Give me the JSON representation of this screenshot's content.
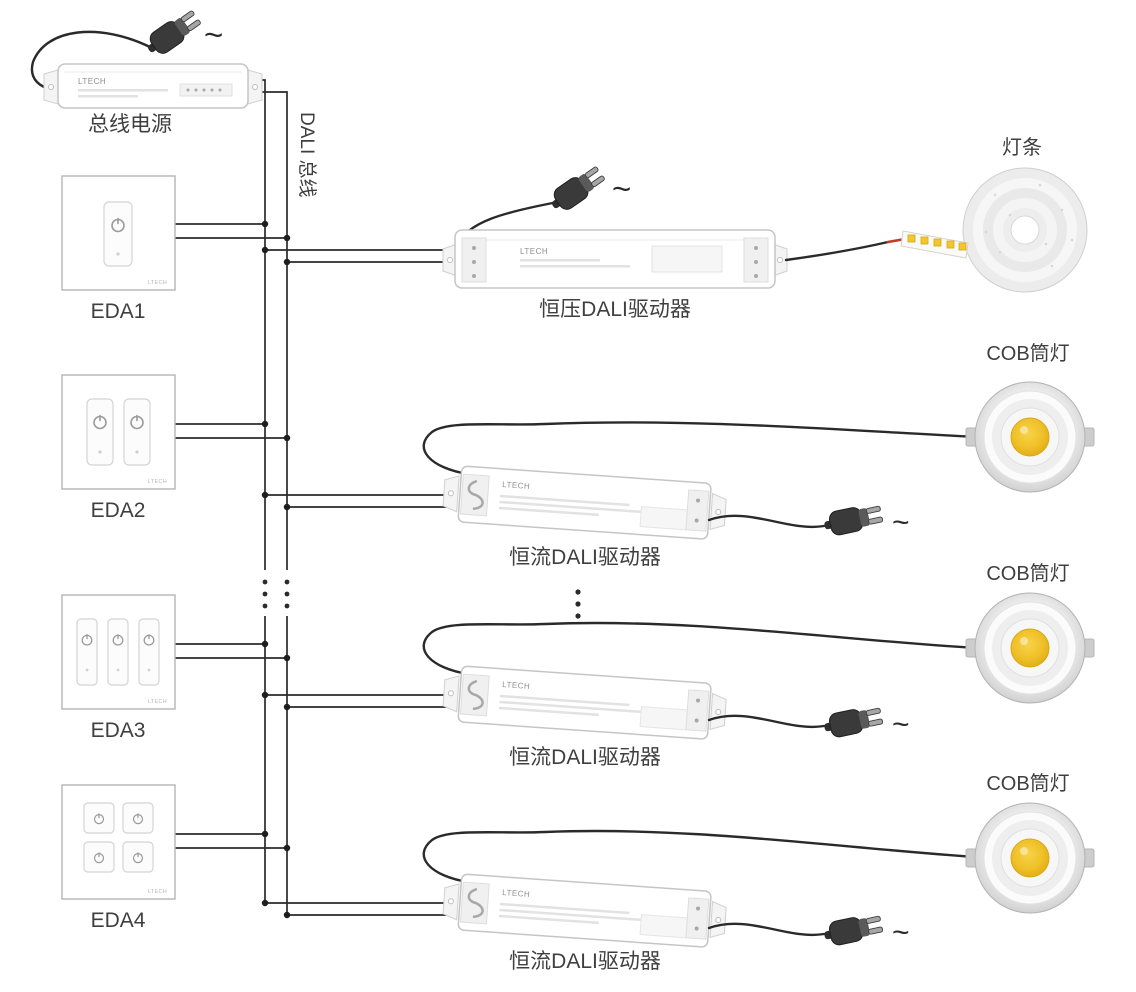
{
  "labels": {
    "bus_power": "总线电源",
    "dali_bus": "DALI 总线",
    "cv_driver": "恒压DALI驱动器",
    "cc_driver": "恒流DALI驱动器",
    "led_strip": "灯条",
    "cob_downlight": "COB筒灯",
    "ac": "~"
  },
  "panels": [
    {
      "label": "EDA1",
      "buttons": 1
    },
    {
      "label": "EDA2",
      "buttons": 2
    },
    {
      "label": "EDA3",
      "buttons": 3
    },
    {
      "label": "EDA4",
      "buttons": 4
    }
  ],
  "brand": "LTECH",
  "colors": {
    "wire": "#2a2a2a",
    "label_text": "#3f3f3f",
    "led_yellow": "#f1c731",
    "cob_yellow": "#efc028",
    "red_wire": "#c23b2a"
  }
}
